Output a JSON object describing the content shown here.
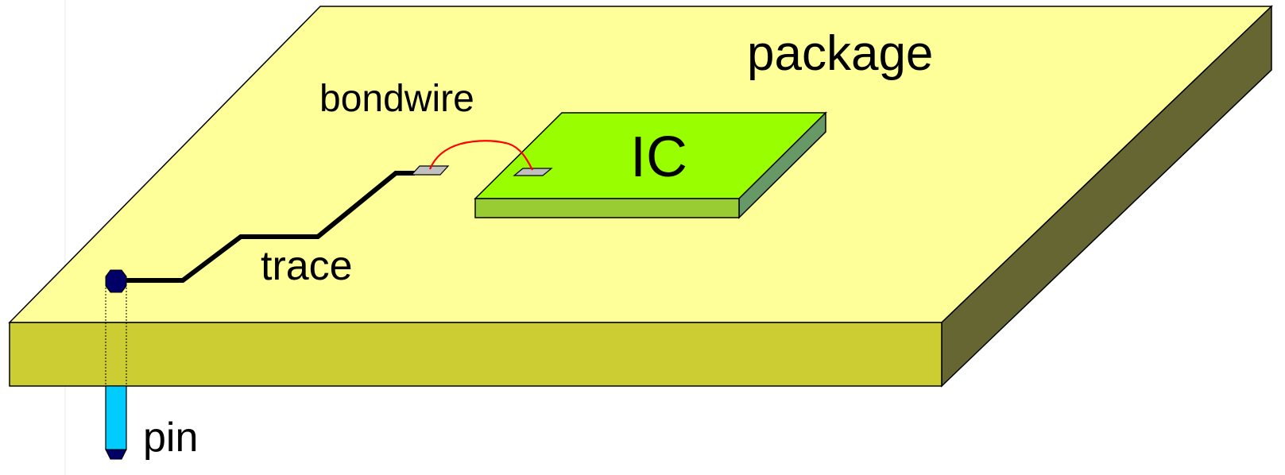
{
  "labels": {
    "package": "package",
    "ic": "IC",
    "bondwire": "bondwire",
    "trace": "trace",
    "pin": "pin"
  },
  "colors": {
    "package_top": "#FFFF99",
    "package_front": "#CCCC33",
    "package_side": "#666633",
    "ic_top": "#99FF00",
    "ic_front": "#99CC33",
    "ic_side": "#669966",
    "bondwire": "#FF0000",
    "trace": "#000000",
    "pad": "#C0C0C0",
    "pin": "#00CCFF",
    "pin_head": "#000066",
    "page_margin_line": "#E8E8E8"
  }
}
